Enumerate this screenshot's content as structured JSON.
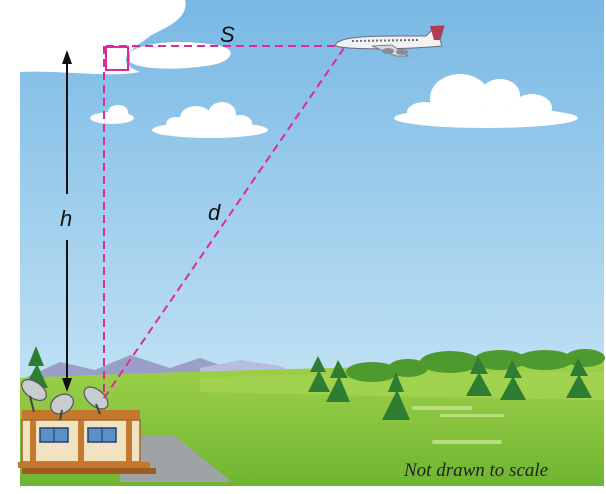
{
  "labels": {
    "horizontal": "S",
    "height": "h",
    "distance": "d"
  },
  "note": "Not drawn to scale",
  "colors": {
    "sky_top": "#7fbde6",
    "sky_bottom": "#cfe8f6",
    "dashed_line": "#e0299b",
    "ground": "#8cc63f",
    "arrow": "#111111"
  },
  "objects": {
    "aircraft": "airplane-icon",
    "building": "radar-station-icon",
    "dishes": "satellite-dish-icon"
  }
}
